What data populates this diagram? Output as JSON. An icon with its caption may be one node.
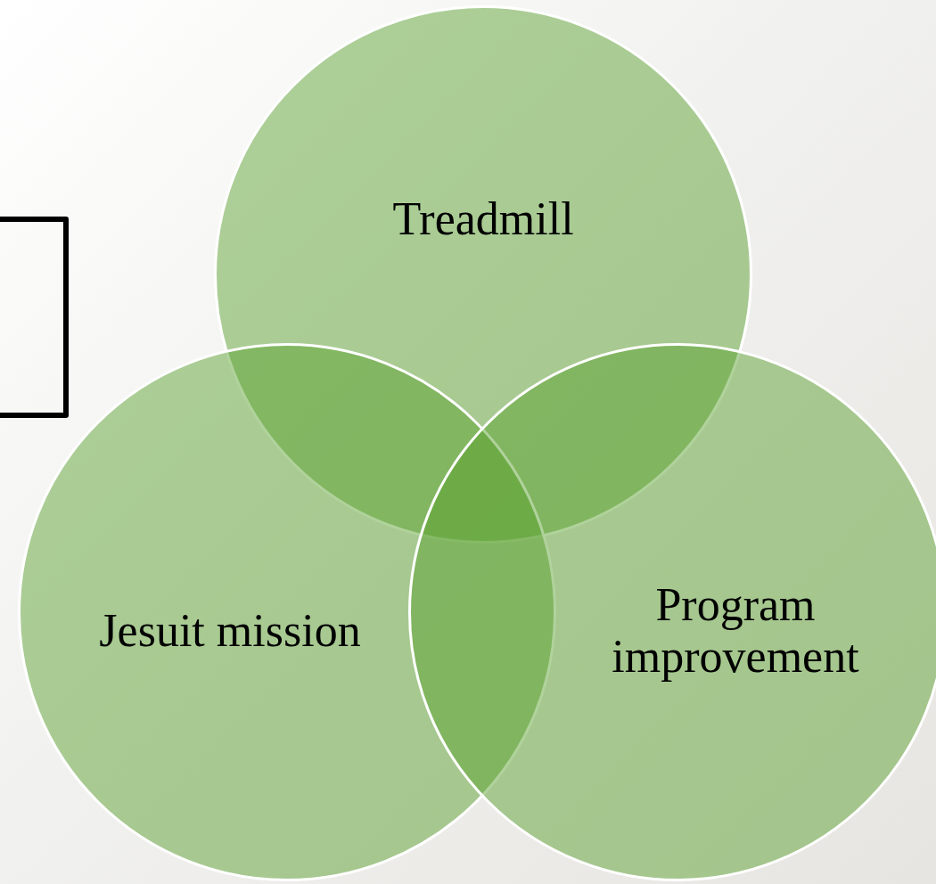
{
  "diagram": {
    "nodes": [
      {
        "text": [
          "Treadmill"
        ]
      },
      {
        "text": [
          "Jesuit mission"
        ]
      },
      {
        "text": [
          "Program improvement"
        ]
      }
    ]
  }
}
